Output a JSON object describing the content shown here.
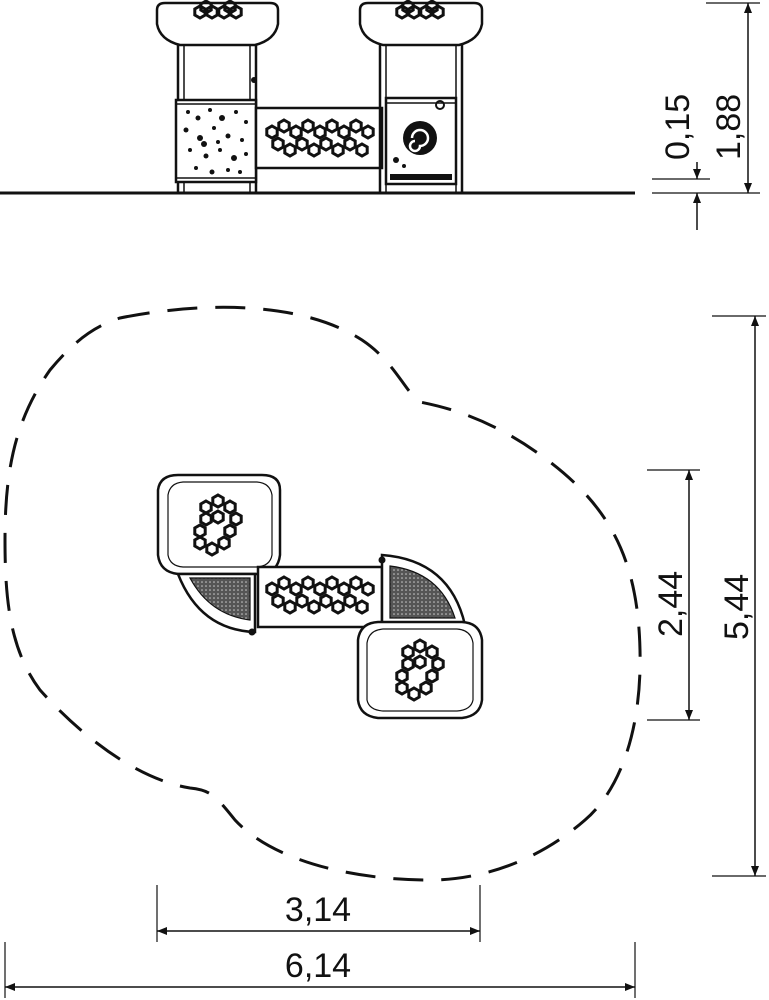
{
  "side_view": {
    "dimensions": {
      "total_height": "1,88",
      "ground_offset": "0,15"
    }
  },
  "plan_view": {
    "dimensions": {
      "equipment_depth": "2,44",
      "safety_zone_depth": "5,44",
      "equipment_width": "3,14",
      "safety_zone_width": "6,14"
    }
  },
  "colors": {
    "line": "#111111",
    "background": "#ffffff",
    "fill_dark": "#333333"
  }
}
